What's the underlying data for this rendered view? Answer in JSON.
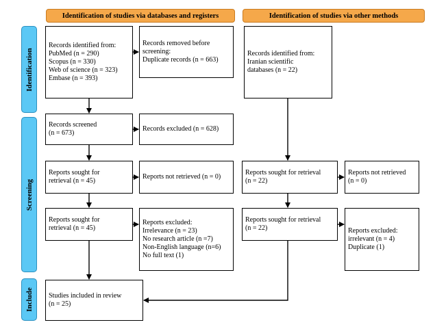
{
  "headers": {
    "databases": "Identification of studies via databases and registers",
    "other": "Identification of studies via other methods"
  },
  "phases": {
    "identification": "Identification",
    "screening": "Screening",
    "include": "Include"
  },
  "left": {
    "records_identified": [
      "Records identified from:",
      "PubMed (n = 290)",
      "Scopus (n = 330)",
      "Web of science (n = 323)",
      "Embase (n = 393)"
    ],
    "records_removed": [
      "Records removed before",
      "screening:",
      "Duplicate records (n = 663)"
    ],
    "records_screened": [
      "Records screened",
      "(n = 673)"
    ],
    "records_excluded": [
      "Records excluded (n = 628)"
    ],
    "reports_sought_1": [
      "Reports sought for",
      "retrieval (n = 45)"
    ],
    "reports_not_retrieved": [
      "Reports not retrieved (n = 0)"
    ],
    "reports_sought_2": [
      "Reports sought for",
      "retrieval (n = 45)"
    ],
    "reports_excluded": [
      "Reports excluded:",
      "Irrelevance (n = 23)",
      "No research article (n =7)",
      "Non-English language (n=6)",
      "No full text (1)"
    ],
    "studies_included": [
      "Studies included in review",
      "(n = 25)"
    ]
  },
  "right": {
    "records_identified": [
      "Records identified from:",
      "Iranian scientific",
      "databases (n = 22)"
    ],
    "reports_sought_1": [
      "Reports sought for retrieval",
      "(n = 22)"
    ],
    "reports_not_retrieved": [
      "Reports not retrieved",
      "(n = 0)"
    ],
    "reports_sought_2": [
      "Reports sought for retrieval",
      "(n = 22)"
    ],
    "reports_excluded": [
      "Reports excluded:",
      "irrelevant (n = 4)",
      "Duplicate (1)"
    ]
  }
}
